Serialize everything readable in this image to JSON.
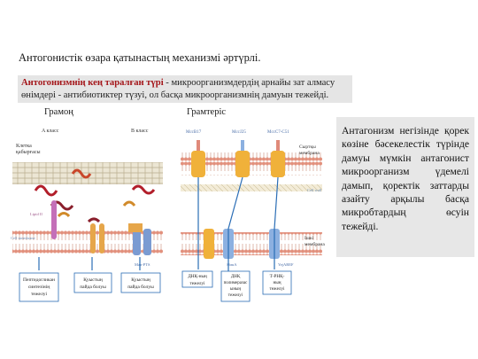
{
  "title": "Антогонистік өзара қатынастың механизмі әртүрлі.",
  "definition": {
    "highlight": "Антогонизмнің кең таралған түрі",
    "rest": " - микроорганизмдердің арнайы зат алмасу өнімдері - антибиотиктер түзуі, ол басқа микроорганизмнің дамуын тежейді."
  },
  "panels": {
    "left_heading": "Грамоң",
    "right_heading": "Грамтеріс"
  },
  "sidebox": "Антагонизм негізінде қорек көзіне бәсекелестік түрінде дамуы мүмкін антагонист микроорганизм үдемелі дамып, қоректік заттарды азайту арқылы басқа микробтардың өсуін тежейді.",
  "figure": {
    "class_a": "A класс",
    "class_b": "B класс",
    "cell_wall_line1": "Клетка",
    "cell_wall_line2": "қабырғасы",
    "cell_membrane_left": "Cell membrane",
    "lipid_ii": "Lipid II",
    "man_pts": "Man-PTS",
    "mcc_b17": "McсB17",
    "mcc_j25": "McсJ25",
    "mcc_c7": "McсC7-C51",
    "outer_membrane_line1": "Сыртқы",
    "outer_membrane_line2": "мембрана",
    "cell_wall_right": "Cell wall",
    "inner_membrane_line1": "Ішкі",
    "inner_membrane_line2": "мембрана",
    "sbma": "SbmA",
    "yej": "YejABEF",
    "bottom_left": [
      "Пептидогликан",
      "синтезінің",
      "тежелуі"
    ],
    "bottom_mid": [
      "Қуыстың",
      "пайда болуы"
    ],
    "bottom_right": [
      "Қуыстың",
      "пайда болуы"
    ],
    "bottom_dna": [
      "ДНҚ-ның",
      "тежелуі"
    ],
    "bottom_rna_pol": [
      "ДНҚ",
      "полимеразас",
      "ының",
      "тежелуі"
    ],
    "bottom_trna": [
      "Т-РНҚ-",
      "ның",
      "тежелуі"
    ]
  }
}
